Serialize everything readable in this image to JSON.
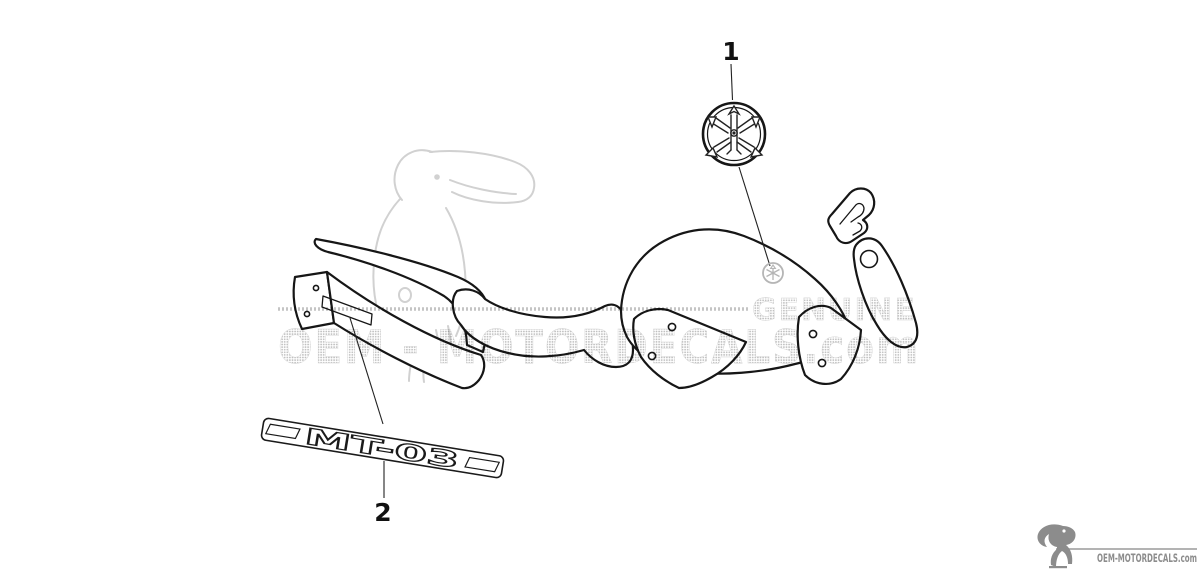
{
  "page": {
    "background": "#ffffff",
    "kind": "motorcycle-decal-parts-diagram"
  },
  "diagram": {
    "callouts": [
      {
        "number": "1",
        "target": "yamaha-tuning-fork-emblem"
      },
      {
        "number": "2",
        "target": "mt-03-side-decal",
        "decal_text": "MT-03"
      }
    ],
    "parts_depicted": [
      "tail-cowl-blade",
      "exhaust-muffler",
      "muffler-decal-slot",
      "frame-member",
      "fuel-tank",
      "lower-left-panel",
      "lower-right-panel",
      "right-side-panel",
      "notched-cover-piece"
    ]
  },
  "watermarks": {
    "genuine_label": "GENUINE",
    "site_watermark": "OEM - MOTORDECALS.com",
    "bird_icon": "toucan-watermark"
  },
  "footer_logo": {
    "bird_icon": "toucan-logo",
    "site_text": "OEM-MOTORDECALS.com"
  },
  "colors": {
    "background": "#ffffff",
    "line_art": "#161616",
    "label_black": "#111111",
    "watermark_gray": "#c4c4c4",
    "mark_gray": "#b5b5b5",
    "logo_gray": "#8c8c8c"
  }
}
